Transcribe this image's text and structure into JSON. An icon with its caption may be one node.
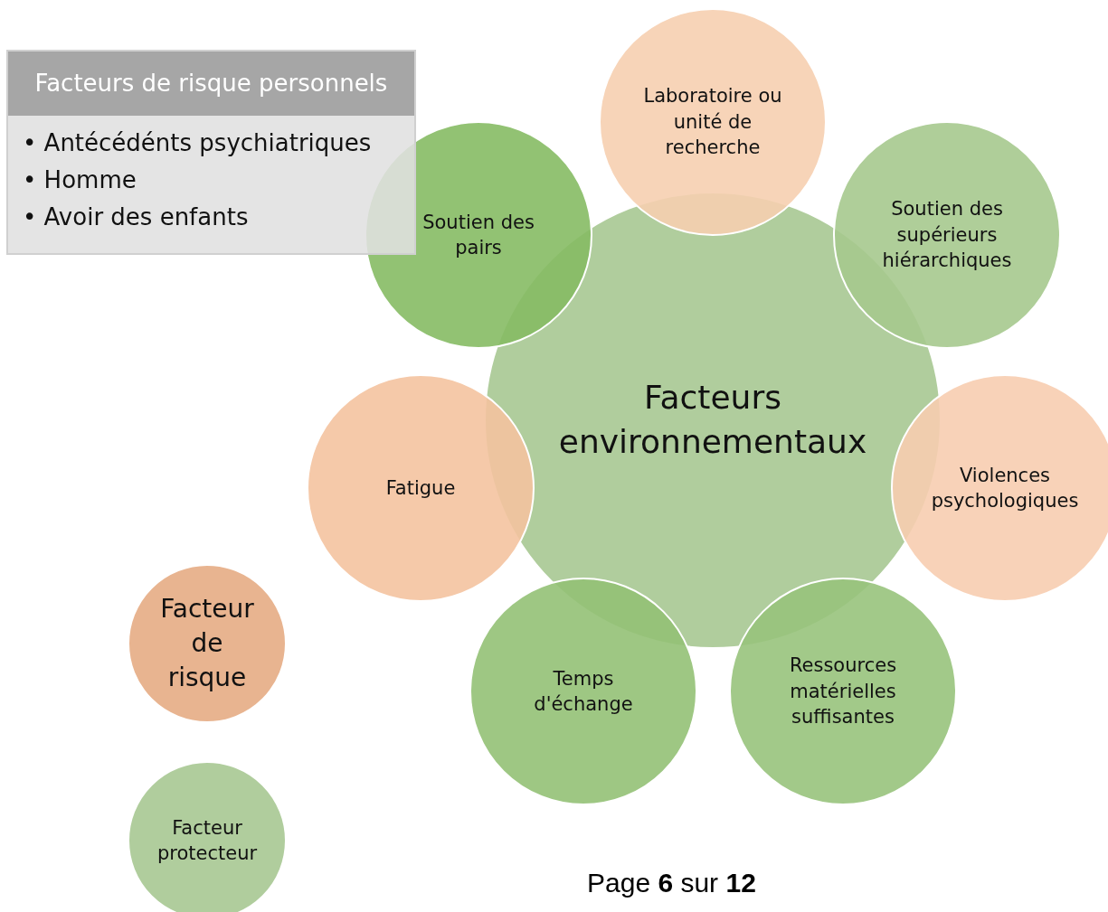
{
  "diagram": {
    "nodes": [
      {
        "text": [
          "Facteurs de risque personnels",
          "• Antécédénts psychiatriques",
          "• Homme",
          "• Avoir des enfants"
        ]
      },
      {
        "text": [
          "Facteurs environnementaux"
        ]
      },
      {
        "text": [
          "Laboratoire ou unité de recherche"
        ]
      },
      {
        "text": [
          "Soutien des supérieurs hiérarchiques"
        ]
      },
      {
        "text": [
          "Violences psychologiques"
        ]
      },
      {
        "text": [
          "Ressources matérielles suffisantes"
        ]
      },
      {
        "text": [
          "Temps d'échange"
        ]
      },
      {
        "text": [
          "Fatigue"
        ]
      },
      {
        "text": [
          "Soutien des pairs"
        ]
      }
    ],
    "labels": [
      "Page **6** sur **12**"
    ],
    "legend": [
      {
        "text": "Facteur de risque",
        "color": "#e8b490"
      },
      {
        "text": "Facteur protecteur",
        "color": "#b0cd9d"
      }
    ]
  }
}
